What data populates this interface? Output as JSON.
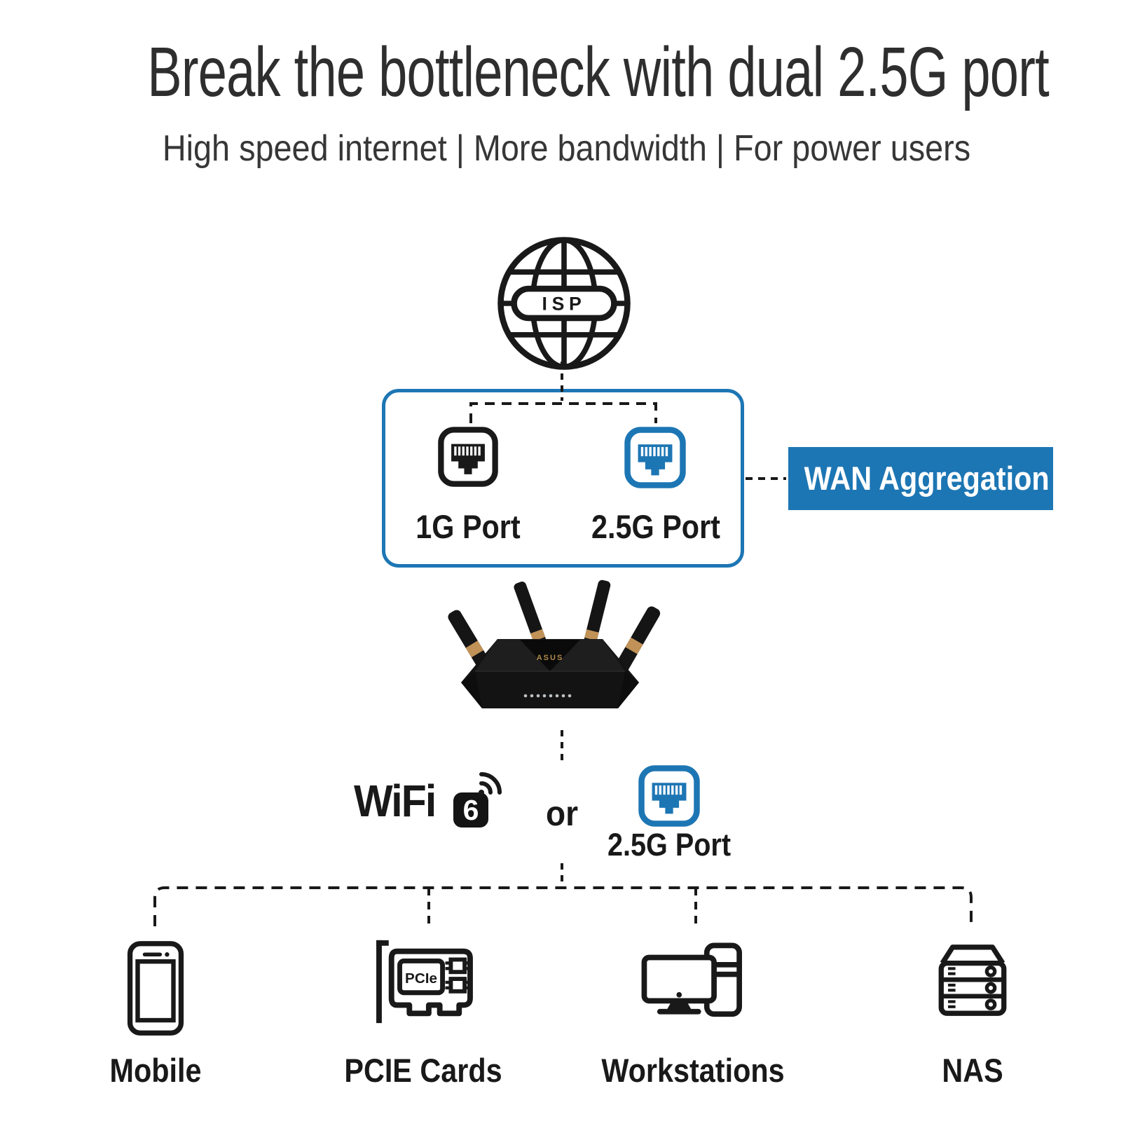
{
  "title": "Break the bottleneck with dual 2.5G port",
  "subtitle": "High speed internet | More bandwidth | For power users",
  "colors": {
    "accent": "#1d76b4",
    "ink": "#191919"
  },
  "isp": {
    "label": "ISP"
  },
  "ports_box": {
    "ports": [
      {
        "label": "1G Port",
        "color": "black"
      },
      {
        "label": "2.5G Port",
        "color": "blue"
      }
    ]
  },
  "wan_badge": {
    "label": "WAN Aggregation"
  },
  "router": {
    "brand": "ASUS"
  },
  "connection_row": {
    "wifi_label": "WiFi",
    "wifi_generation": "6",
    "or_label": "or",
    "port_label": "2.5G Port"
  },
  "devices": [
    {
      "label": "Mobile"
    },
    {
      "label": "PCIE Cards",
      "chip_label": "PCIe"
    },
    {
      "label": "Workstations"
    },
    {
      "label": "NAS"
    }
  ]
}
